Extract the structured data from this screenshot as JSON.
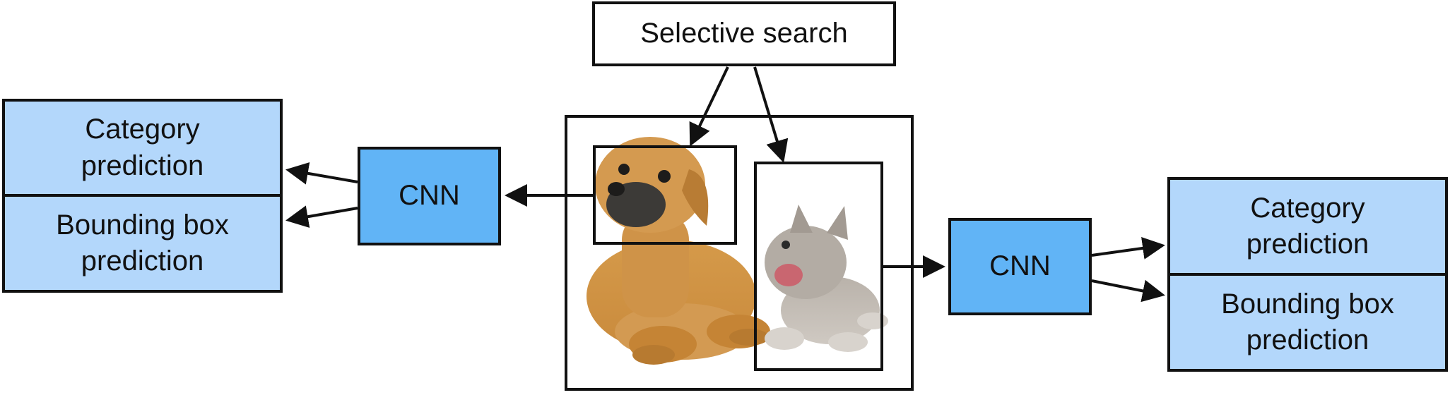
{
  "selective_search": {
    "label": "Selective search"
  },
  "left": {
    "cnn_label": "CNN",
    "category_label": "Category\nprediction",
    "bbox_label": "Bounding box\nprediction"
  },
  "right": {
    "cnn_label": "CNN",
    "category_label": "Category\nprediction",
    "bbox_label": "Bounding box\nprediction"
  },
  "image": {
    "regions": [
      "dog-region",
      "cat-region"
    ],
    "subjects": [
      "puppy",
      "kitten"
    ]
  },
  "colors": {
    "prediction_fill": "#b3d7fb",
    "cnn_fill": "#61b4f6",
    "stroke": "#111111"
  }
}
